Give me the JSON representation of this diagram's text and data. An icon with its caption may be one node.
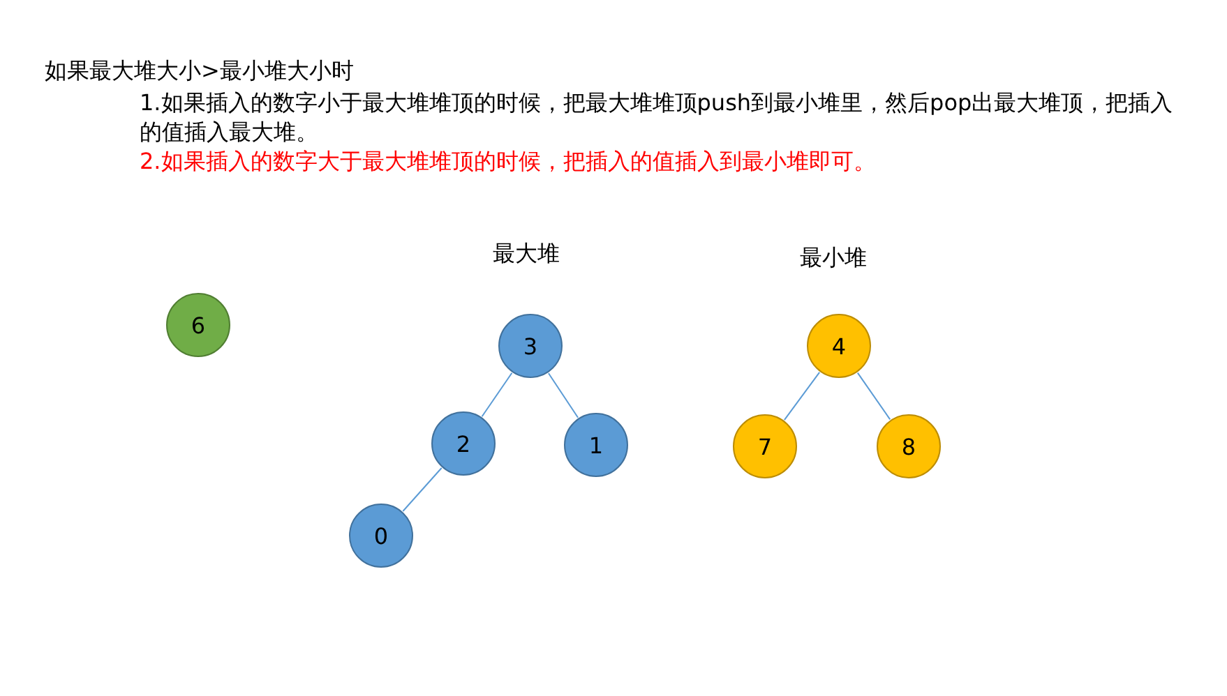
{
  "diagram": {
    "nodes": [
      {
        "text": [
          "6"
        ]
      },
      {
        "text": [
          "3"
        ]
      },
      {
        "text": [
          "2"
        ]
      },
      {
        "text": [
          "1"
        ]
      },
      {
        "text": [
          "0"
        ]
      },
      {
        "text": [
          "4"
        ]
      },
      {
        "text": [
          "7"
        ]
      },
      {
        "text": [
          "8"
        ]
      }
    ],
    "edges": [
      {
        "from": 1,
        "to": 2,
        "arrow": "none"
      },
      {
        "from": 1,
        "to": 3,
        "arrow": "none"
      },
      {
        "from": 2,
        "to": 4,
        "arrow": "none"
      },
      {
        "from": 5,
        "to": 6,
        "arrow": "none"
      },
      {
        "from": 5,
        "to": 7,
        "arrow": "none"
      }
    ],
    "labels": [
      "如果最大堆大小>最小堆大小时",
      "1.如果插入的数字小于最大堆堆顶的时候，把最大堆堆顶push到最小堆里，然后pop出最大堆顶，把插入的值插入最大堆。",
      "2.如果插入的数字大于最大堆堆顶的时候，把插入的值插入到最小堆即可。",
      "最大堆",
      "最小堆"
    ]
  }
}
